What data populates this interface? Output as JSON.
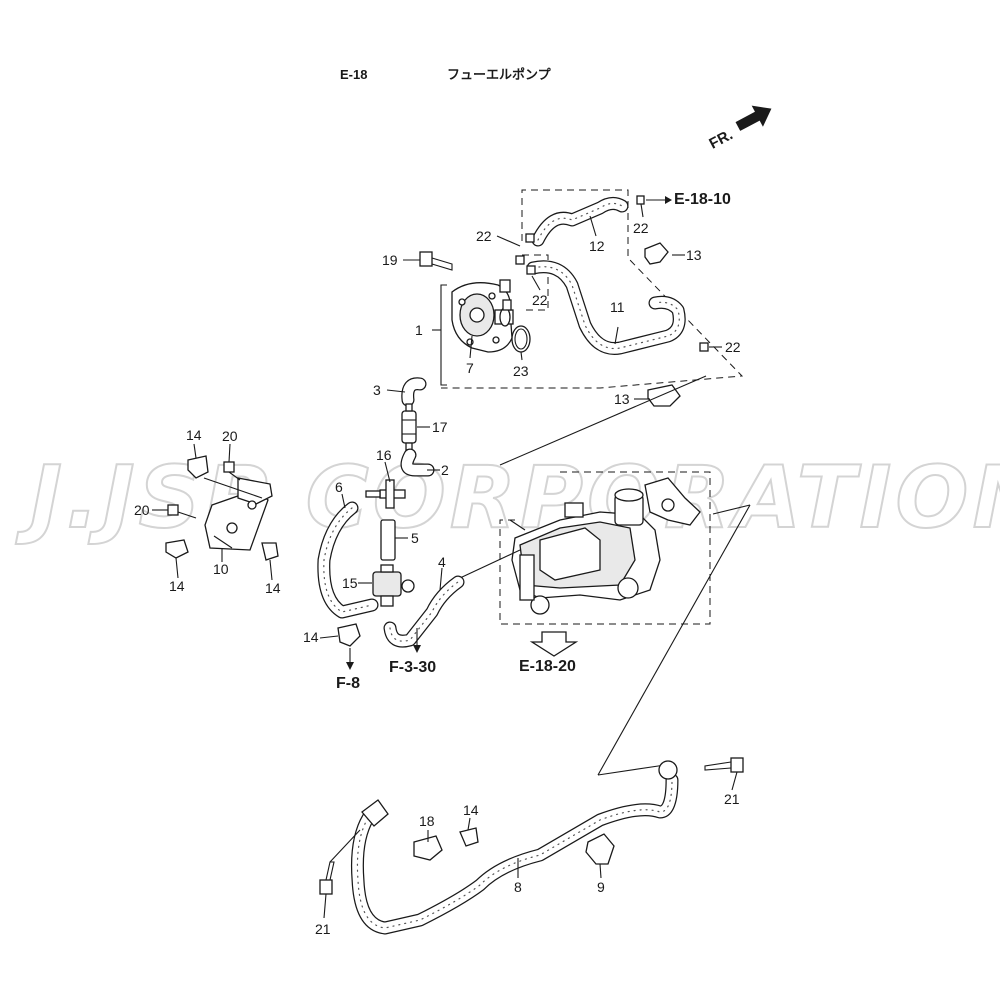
{
  "header": {
    "section_code": "E-18",
    "title": "フューエルポンプ"
  },
  "direction_label": "FR.",
  "watermark": "J.JSP CORPORATION",
  "references": {
    "e1810": "E-18-10",
    "e1820": "E-18-20",
    "f8": "F-8",
    "f330": "F-3-30"
  },
  "callouts": {
    "n1": "1",
    "n2": "2",
    "n3": "3",
    "n4": "4",
    "n5": "5",
    "n6": "6",
    "n7": "7",
    "n8": "8",
    "n9": "9",
    "n10": "10",
    "n11": "11",
    "n12": "12",
    "n13a": "13",
    "n13b": "13",
    "n14a": "14",
    "n14b": "14",
    "n14c": "14",
    "n14d": "14",
    "n14e": "14",
    "n15": "15",
    "n16": "16",
    "n17": "17",
    "n18": "18",
    "n19": "19",
    "n20a": "20",
    "n20b": "20",
    "n21a": "21",
    "n21b": "21",
    "n22a": "22",
    "n22b": "22",
    "n22c": "22",
    "n22d": "22",
    "n23": "23"
  },
  "colors": {
    "line": "#1a1a1a",
    "watermark": "#d4d4d4",
    "background": "#ffffff"
  },
  "icons": [
    "fr-arrow-icon",
    "reference-arrow-icon"
  ]
}
